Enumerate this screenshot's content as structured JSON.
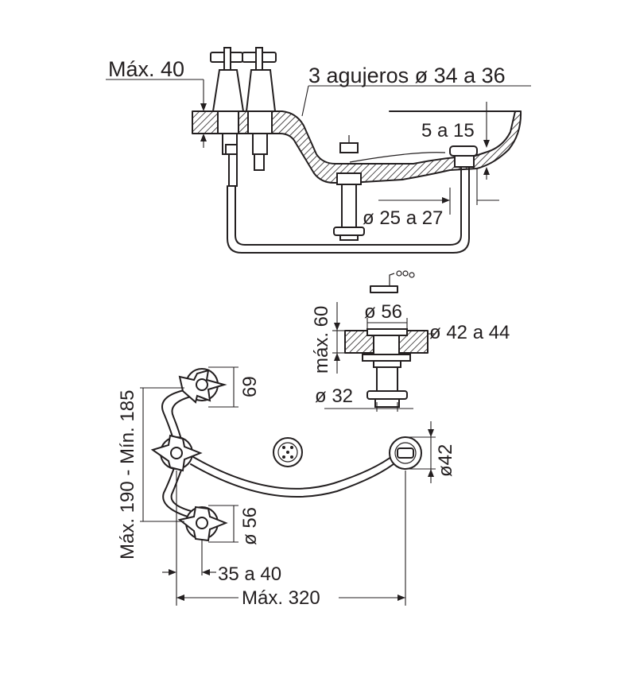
{
  "labels": {
    "max_40": "Máx. 40",
    "holes": "3 agujeros ø 34 a 36",
    "range_5_15": "5 a 15",
    "dia_25_27": "ø 25 a 27",
    "dia_56_top": "ø 56",
    "max_60": "máx. 60",
    "dia_42_44": "ø 42 a 44",
    "dia_32": "ø 32",
    "dim_69": "69",
    "dim_190_185": "Máx. 190 - Mín. 185",
    "dia_42": "ø42",
    "dia_56_side": "ø 56",
    "range_35_40": "35 a 40",
    "max_320": "Máx. 320"
  }
}
